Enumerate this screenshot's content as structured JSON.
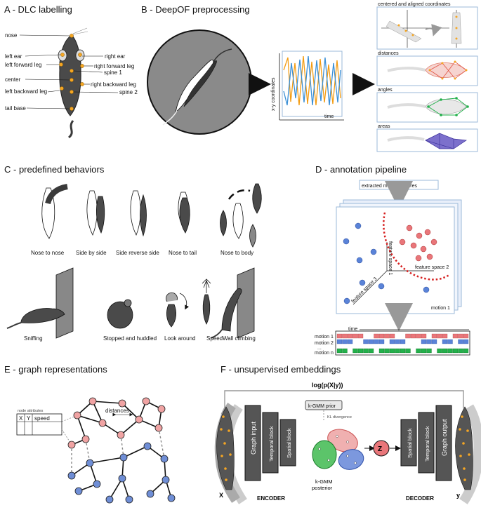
{
  "panels": {
    "a": {
      "title": "A - DLC labelling",
      "labels": [
        "nose",
        "left ear",
        "right ear",
        "left forward leg",
        "right forward leg",
        "spine 1",
        "center",
        "right backward leg",
        "left backward leg",
        "spine 2",
        "tail base"
      ]
    },
    "b": {
      "title": "B - DeepOF preprocessing",
      "y_axis": "x-y coordinates",
      "x_axis": "time",
      "feature_titles": [
        "centered and aligned coordinates",
        "distances",
        "angles",
        "areas"
      ],
      "colors": {
        "orange": "#f39c12",
        "blue": "#3a8fd6"
      }
    },
    "c": {
      "title": "C - predefined behaviors",
      "behaviors": [
        "Nose to nose",
        "Side by side",
        "Side reverse side",
        "Nose to tail",
        "Nose to body",
        "Sniffing",
        "Stopped and huddled",
        "Look around",
        "Speed",
        "Wall climbing"
      ]
    },
    "d": {
      "title": "D - annotation pipeline",
      "input_box": "extracted motion features",
      "axes": [
        "feature space 1",
        "feature space 2",
        "feature space 3"
      ],
      "layer_label": "motion 1",
      "time_label": "time",
      "rows": [
        "motion 1",
        "motion 2",
        "...",
        "motion n"
      ],
      "colors": {
        "red": "#e9767a",
        "blue": "#5a83d8",
        "green": "#23b04b"
      }
    },
    "e": {
      "title": "E - graph representations",
      "node_attributes": "node attributes",
      "attr_cols": [
        "X",
        "Y",
        "speed"
      ],
      "distances": "distances",
      "colors": {
        "pink": "#f0a3a3",
        "blue": "#6f8ed6"
      }
    },
    "f": {
      "title": "F - unsupervised embeddings",
      "loss": "log(p(X|y))",
      "prior": "k-GMM prior",
      "kl": "KL divergence",
      "encoder_blocks": [
        "Graph input",
        "Temporal block",
        "Spatial block"
      ],
      "decoder_blocks": [
        "Spatial block",
        "Temporal block",
        "Graph output"
      ],
      "posterior": [
        "k-GMM",
        "posterior"
      ],
      "z": "Z",
      "input_var": "X",
      "output_var": "y",
      "encoder": "ENCODER",
      "decoder": "DECODER"
    }
  }
}
